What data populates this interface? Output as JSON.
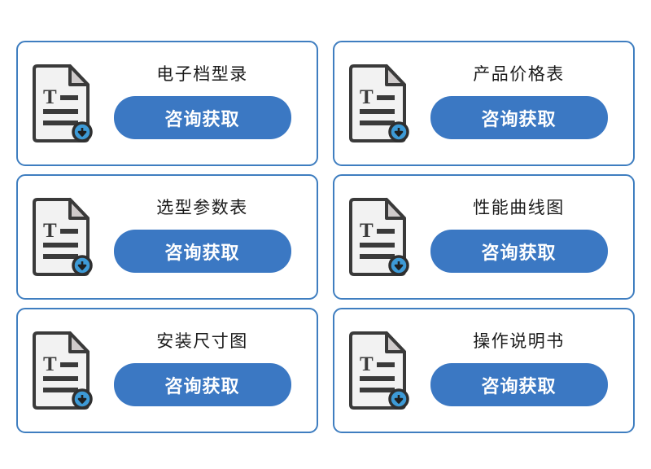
{
  "page": {
    "background_color": "#ffffff",
    "layout": "3-row x 2-column card grid",
    "accent_color": "#3b78c3",
    "card_border_color": "#3f7ec0",
    "title_color": "#1b1b1b",
    "button_text_color": "#ffffff",
    "icon_outline_color": "#3a3a3a",
    "icon_fill_color": "#f2f2f2",
    "icon_fold_color": "#cfcbcb",
    "badge_color": "#3d9ad6"
  },
  "cards": [
    {
      "title": "电子档型录",
      "button_label": "咨询获取",
      "icon": "document-download-icon"
    },
    {
      "title": "产品价格表",
      "button_label": "咨询获取",
      "icon": "document-download-icon"
    },
    {
      "title": "选型参数表",
      "button_label": "咨询获取",
      "icon": "document-download-icon"
    },
    {
      "title": "性能曲线图",
      "button_label": "咨询获取",
      "icon": "document-download-icon"
    },
    {
      "title": "安装尺寸图",
      "button_label": "咨询获取",
      "icon": "document-download-icon"
    },
    {
      "title": "操作说明书",
      "button_label": "咨询获取",
      "icon": "document-download-icon"
    }
  ]
}
